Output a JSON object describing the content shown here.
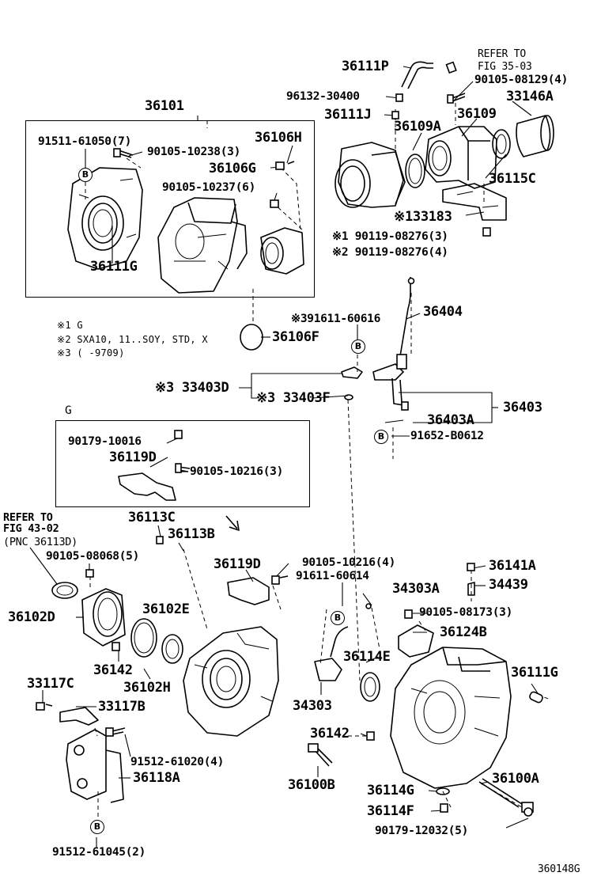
{
  "figure_code": "360148G",
  "group_g_label": "G",
  "bubble_letter": "B",
  "notes": {
    "n1": "※1 G",
    "n2": "※2 SXA10, 11..SOY, STD, X",
    "n3": "※3 (      -9709)"
  },
  "refer_top": {
    "line1": "REFER TO",
    "line2": "FIG 35-03"
  },
  "refer_left": {
    "line1": "REFER TO",
    "line2": "FIG 43-02",
    "line3": "(PNC 36113D)"
  },
  "parts": {
    "p36111P": "36111P",
    "p96132_30400": "96132-30400",
    "p90105_08129": "90105-08129(4)",
    "p33146A": "33146A",
    "p36111J": "36111J",
    "p36109A": "36109A",
    "p36109": "36109",
    "p36101": "36101",
    "p91511_61050": "91511-61050(7)",
    "p90105_10238": "90105-10238(3)",
    "p36106H": "36106H",
    "p36106G": "36106G",
    "p90105_10237": "90105-10237(6)",
    "p36115C": "36115C",
    "p33183": "※133183",
    "p90119_1": "※1 90119-08276(3)",
    "p90119_2": "※2 90119-08276(4)",
    "p36111G_a": "36111G",
    "p91611_60616": "※391611-60616",
    "p36404": "36404",
    "p36106F": "36106F",
    "p33403D": "※3 33403D",
    "p33403F": "※3 33403F",
    "p36403": "36403",
    "p36403A": "36403A",
    "p91652": "91652-B0612",
    "p90179_10016": "90179-10016",
    "p36119D_a": "36119D",
    "p90105_10216_3": "90105-10216(3)",
    "p36113C": "36113C",
    "p36113B": "36113B",
    "p90105_08068": "90105-08068(5)",
    "p36119D_b": "36119D",
    "p90105_10216_4": "90105-10216(4)",
    "p91611_60614": "91611-60614",
    "p36141A": "36141A",
    "p34303A": "34303A",
    "p34439": "34439",
    "p36102D": "36102D",
    "p36102E": "36102E",
    "p90105_08173": "90105-08173(3)",
    "p36124B": "36124B",
    "p36114E": "36114E",
    "p36111G_b": "36111G",
    "p36142_a": "36142",
    "p36102H": "36102H",
    "p33117C": "33117C",
    "p34303": "34303",
    "p33117B": "33117B",
    "p36142_b": "36142",
    "p91512_61020": "91512-61020(4)",
    "p36118A": "36118A",
    "p36100B": "36100B",
    "p36100A": "36100A",
    "p36114G": "36114G",
    "p36114F": "36114F",
    "p90179_12032": "90179-12032(5)",
    "p91512_61045": "91512-61045(2)"
  }
}
